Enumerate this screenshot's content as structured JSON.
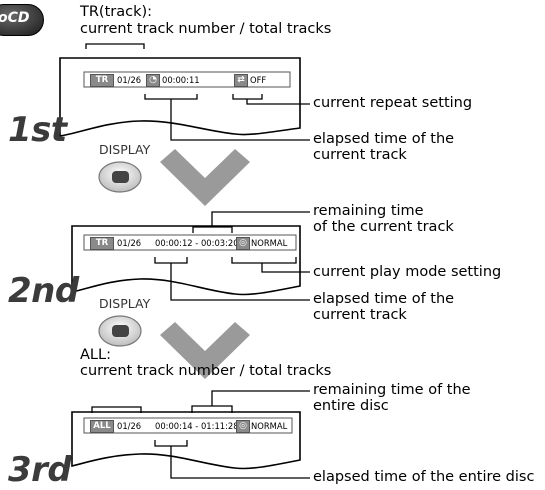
{
  "header": {
    "logo_text": "oCD",
    "tr_label": "TR(track):",
    "tr_desc": "current track number / total tracks"
  },
  "display_button_label": "DISPLAY",
  "steps": [
    {
      "step_label": "1st",
      "badge": "TR",
      "track": "01/26",
      "time": "00:00:11",
      "mode": "OFF",
      "callouts": {
        "repeat": "current repeat setting",
        "elapsed_line1": "elapsed time of the",
        "elapsed_line2": "current track"
      }
    },
    {
      "step_label": "2nd",
      "badge": "TR",
      "track": "01/26",
      "time": "00:00:12 - 00:03:20",
      "mode": "NORMAL",
      "callouts": {
        "remaining_line1": "remaining time",
        "remaining_line2": "of the current track",
        "playmode": "current play mode setting",
        "elapsed_line1": "elapsed time of the",
        "elapsed_line2": "current track"
      }
    },
    {
      "step_label": "3rd",
      "badge": "ALL",
      "track": "01/26",
      "time": "00:00:14 - 01:11:28",
      "mode": "NORMAL",
      "header_line1": "ALL:",
      "header_line2": "current track number / total tracks",
      "callouts": {
        "remaining_line1": "remaining time of the",
        "remaining_line2": "entire disc",
        "elapsed": "elapsed time of the entire disc"
      }
    }
  ]
}
